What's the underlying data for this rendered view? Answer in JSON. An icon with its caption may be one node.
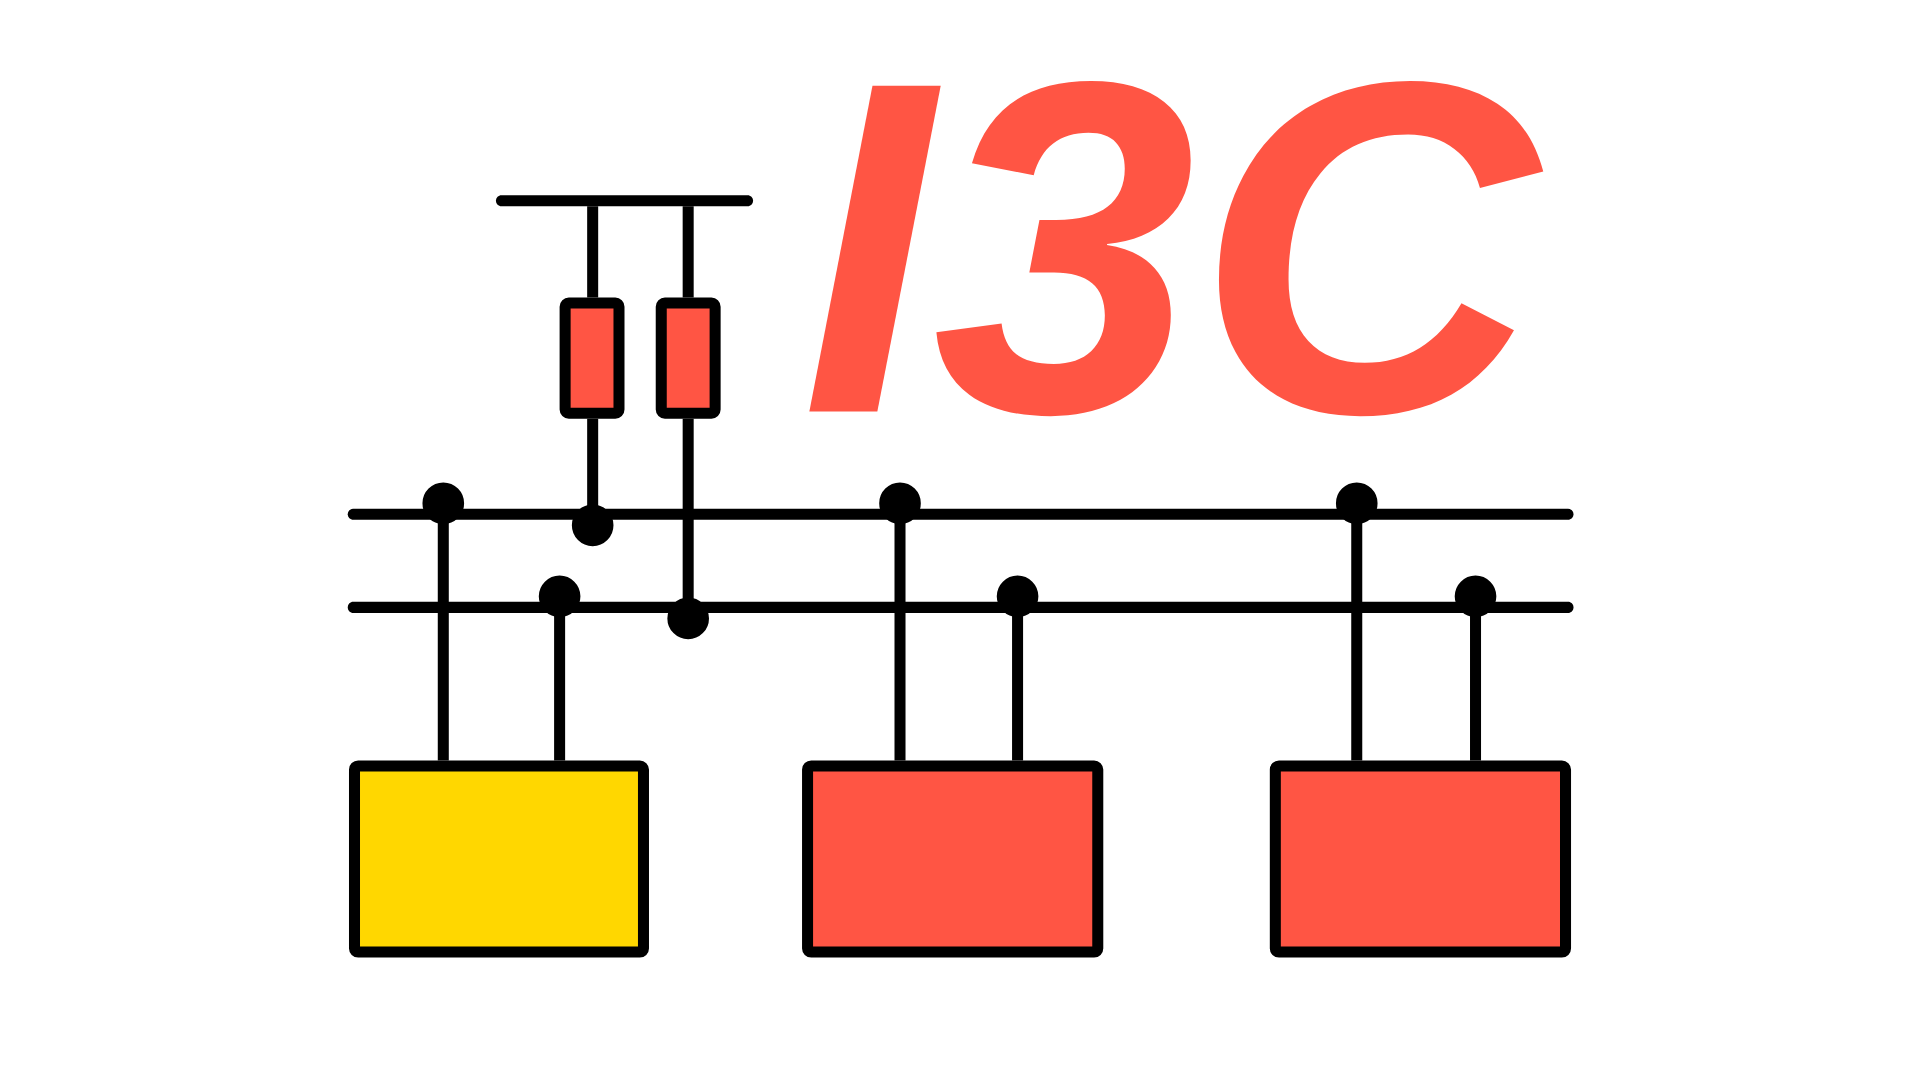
{
  "diagram": {
    "title": "I3C",
    "nodes": [
      {
        "text": [],
        "shape": "bar"
      },
      {
        "text": [],
        "shape": "box"
      },
      {
        "text": [],
        "shape": "box"
      },
      {
        "text": [],
        "shape": "bar"
      },
      {
        "text": [],
        "shape": "bar"
      },
      {
        "text": [],
        "shape": "box"
      },
      {
        "text": [],
        "shape": "box"
      },
      {
        "text": [],
        "shape": "box"
      }
    ],
    "edges": [
      {
        "from": 1,
        "to": 0,
        "arrow": "none"
      },
      {
        "from": 2,
        "to": 0,
        "arrow": "none"
      },
      {
        "from": 1,
        "to": 3,
        "arrow": "other"
      },
      {
        "from": 2,
        "to": 4,
        "arrow": "other"
      },
      {
        "from": 5,
        "to": 3,
        "arrow": "other"
      },
      {
        "from": 5,
        "to": 4,
        "arrow": "other"
      },
      {
        "from": 6,
        "to": 3,
        "arrow": "other"
      },
      {
        "from": 6,
        "to": 4,
        "arrow": "other"
      },
      {
        "from": 7,
        "to": 3,
        "arrow": "other"
      },
      {
        "from": 7,
        "to": 4,
        "arrow": "other"
      }
    ]
  }
}
